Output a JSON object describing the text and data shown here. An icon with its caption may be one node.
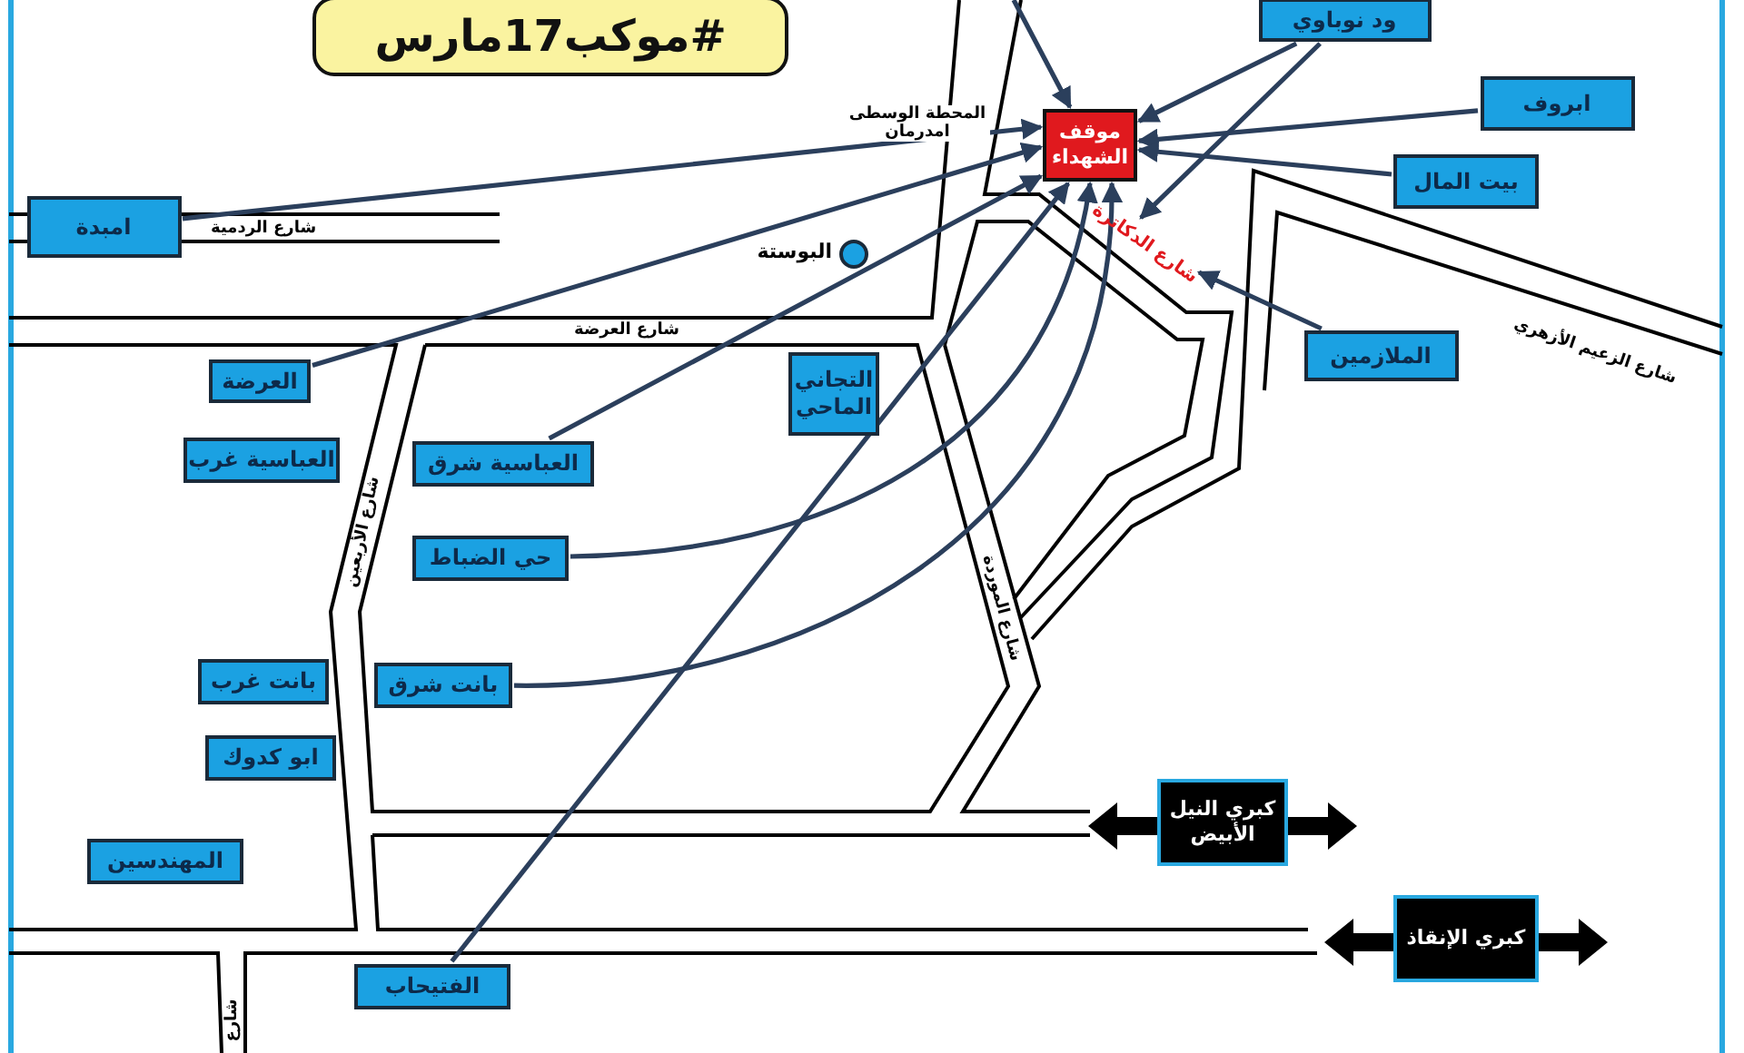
{
  "diagram": {
    "title": "#موكب17مارس",
    "nodes": [
      {
        "text": [
          "ود نوباوي"
        ]
      },
      {
        "text": [
          "موقف الشهداء"
        ]
      },
      {
        "text": [
          "ابروف"
        ]
      },
      {
        "text": [
          "بيت المال"
        ]
      },
      {
        "text": [],
        "shape": "circle",
        "beside": [
          "البوستة"
        ]
      },
      {
        "text": [
          "امبدة"
        ]
      },
      {
        "text": [
          "الملازمين"
        ]
      },
      {
        "text": [
          "العرضة"
        ]
      },
      {
        "text": [
          "التجاني الماحي"
        ]
      },
      {
        "text": [
          "العباسية شرق"
        ]
      },
      {
        "text": [
          "العباسية غرب"
        ]
      },
      {
        "text": [
          "حي الضباط"
        ]
      },
      {
        "text": [
          "بانت غرب"
        ]
      },
      {
        "text": [
          "بانت شرق"
        ]
      },
      {
        "text": [
          "ابو كدوك"
        ]
      },
      {
        "text": [
          "المهندسين"
        ]
      },
      {
        "text": [
          "الفتيحاب"
        ]
      },
      {
        "text": [
          "كبري النيل الأبيض"
        ]
      },
      {
        "text": [
          "كبري الإنقاذ"
        ]
      },
      {
        "text": [
          "شارع الدكاترة"
        ]
      }
    ],
    "edges": [
      {
        "from": null,
        "to": 1,
        "arrow": "to"
      },
      {
        "from": 0,
        "to": 1,
        "arrow": "to"
      },
      {
        "from": 0,
        "to": 19,
        "arrow": "to"
      },
      {
        "from": 2,
        "to": 1,
        "arrow": "to"
      },
      {
        "from": 3,
        "to": 1,
        "arrow": "to"
      },
      {
        "from": 5,
        "to": 1,
        "arrow": "to"
      },
      {
        "from": 7,
        "to": 1,
        "arrow": "to"
      },
      {
        "from": 9,
        "to": 1,
        "arrow": "to"
      },
      {
        "from": 16,
        "to": 1,
        "arrow": "to"
      },
      {
        "from": 11,
        "to": 1,
        "arrow": "to"
      },
      {
        "from": 13,
        "to": 1,
        "arrow": "to"
      },
      {
        "from": 6,
        "to": 19,
        "arrow": "to"
      }
    ],
    "labels": [
      "المحطة الوسطى امدرمان",
      "شارع الردمية",
      "شارع الزعيم الأزهري",
      "شارع العرضة",
      "شارع الأربعين",
      "شارع الموردة",
      "شارع"
    ]
  }
}
